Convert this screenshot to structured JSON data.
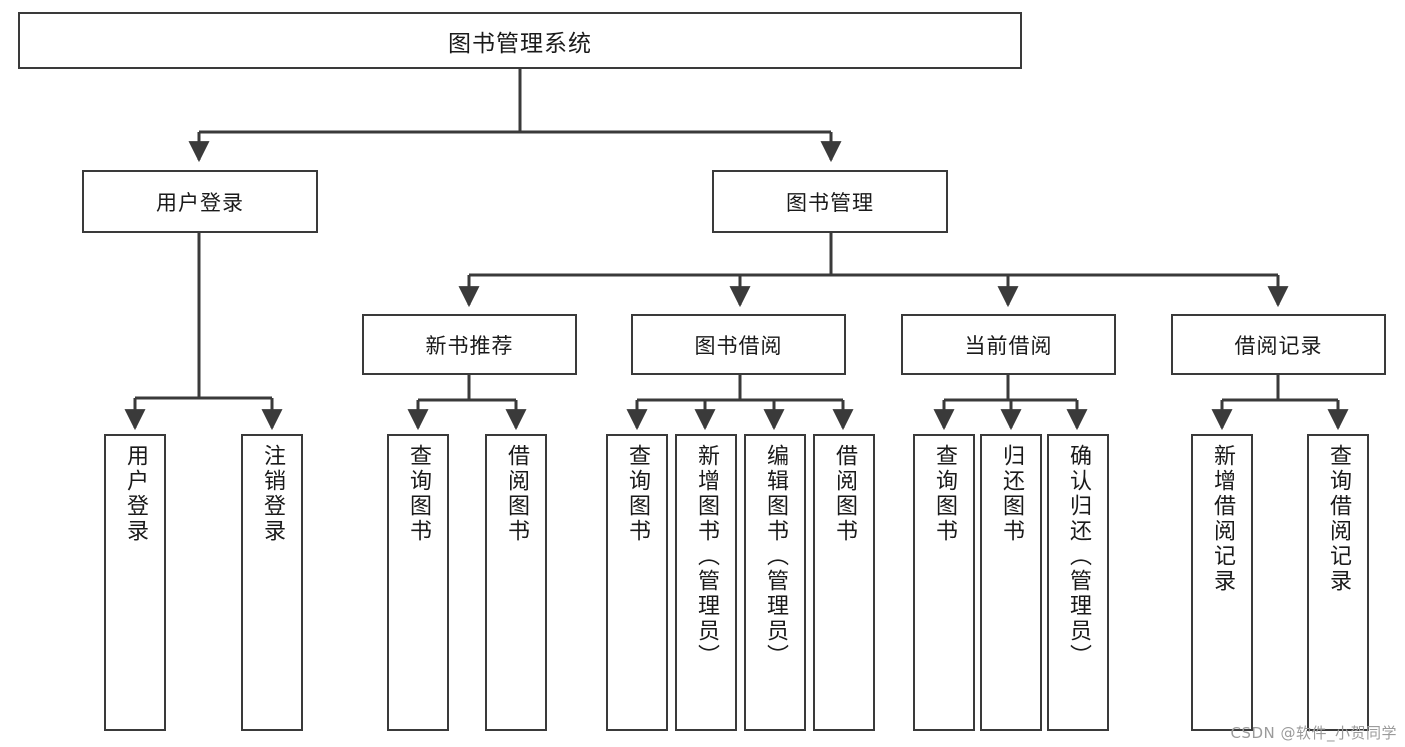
{
  "diagram": {
    "title": "图书管理系统",
    "watermark": "CSDN @软件_小贺同学",
    "line_color": "#3a3a3a",
    "box_border_color": "#3a3a3a",
    "background_color": "#ffffff",
    "text_color": "#1a1a1a"
  },
  "nodes": {
    "root": {
      "label": "图书管理系统"
    },
    "level2": [
      {
        "label": "用户登录"
      },
      {
        "label": "图书管理"
      }
    ],
    "level3": [
      {
        "label": "新书推荐"
      },
      {
        "label": "图书借阅"
      },
      {
        "label": "当前借阅"
      },
      {
        "label": "借阅记录"
      }
    ],
    "leaves": {
      "user_login": [
        {
          "label": "用户登录"
        },
        {
          "label": "注销登录"
        }
      ],
      "new_book": [
        {
          "label": "查询图书"
        },
        {
          "label": "借阅图书"
        }
      ],
      "book_borrow": [
        {
          "label": "查询图书"
        },
        {
          "label": "新增图书（管理员）"
        },
        {
          "label": "编辑图书（管理员）"
        },
        {
          "label": "借阅图书"
        }
      ],
      "current_borrow": [
        {
          "label": "查询图书"
        },
        {
          "label": "归还图书"
        },
        {
          "label": "确认归还（管理员）"
        }
      ],
      "borrow_record": [
        {
          "label": "新增借阅记录"
        },
        {
          "label": "查询借阅记录"
        }
      ]
    }
  }
}
